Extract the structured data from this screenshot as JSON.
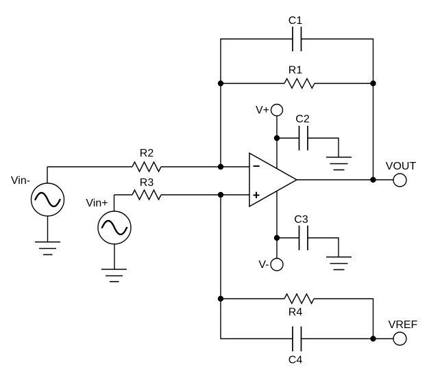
{
  "schematic": {
    "kind": "op-amp-circuit-schematic",
    "background": "#ffffff",
    "ink_color": "#000000",
    "labels": {
      "c1": "C1",
      "r1": "R1",
      "r2": "R2",
      "r3": "R3",
      "r4": "R4",
      "c2": "C2",
      "c3": "C3",
      "c4": "C4",
      "v_plus": "V+",
      "v_minus": "V-",
      "vin_minus": "Vin-",
      "vin_plus": "Vin+",
      "vout": "VOUT",
      "vref": "VREF",
      "opamp_inverting": "−",
      "opamp_noninverting": "+"
    },
    "components": [
      {
        "ref": "C1",
        "type": "capacitor"
      },
      {
        "ref": "R1",
        "type": "resistor"
      },
      {
        "ref": "R2",
        "type": "resistor"
      },
      {
        "ref": "R3",
        "type": "resistor"
      },
      {
        "ref": "R4",
        "type": "resistor"
      },
      {
        "ref": "C2",
        "type": "capacitor"
      },
      {
        "ref": "C3",
        "type": "capacitor"
      },
      {
        "ref": "C4",
        "type": "capacitor"
      },
      {
        "ref": "Vin-",
        "type": "ac-voltage-source"
      },
      {
        "ref": "Vin+",
        "type": "ac-voltage-source"
      },
      {
        "ref": "op-amp",
        "type": "operational-amplifier"
      }
    ],
    "terminals": [
      "V+",
      "V-",
      "VOUT",
      "VREF"
    ],
    "ground_count": 4
  }
}
